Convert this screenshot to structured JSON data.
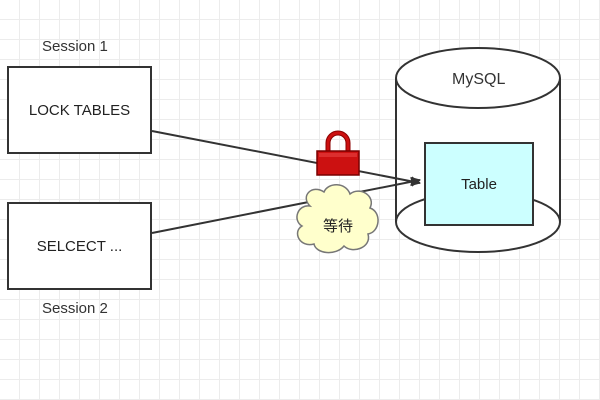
{
  "session1": {
    "label": "Session 1",
    "box_text": "LOCK TABLES"
  },
  "session2": {
    "label": "Session 2",
    "box_text": "SELCECT ..."
  },
  "database": {
    "label": "MySQL",
    "table_label": "Table"
  },
  "wait_bubble": {
    "text": "等待"
  },
  "colors": {
    "table_fill": "#ccffff",
    "lock": "#cc1111",
    "bubble_fill": "#ffffcc",
    "line": "#333333"
  },
  "icons": {
    "lock": "padlock-icon"
  }
}
